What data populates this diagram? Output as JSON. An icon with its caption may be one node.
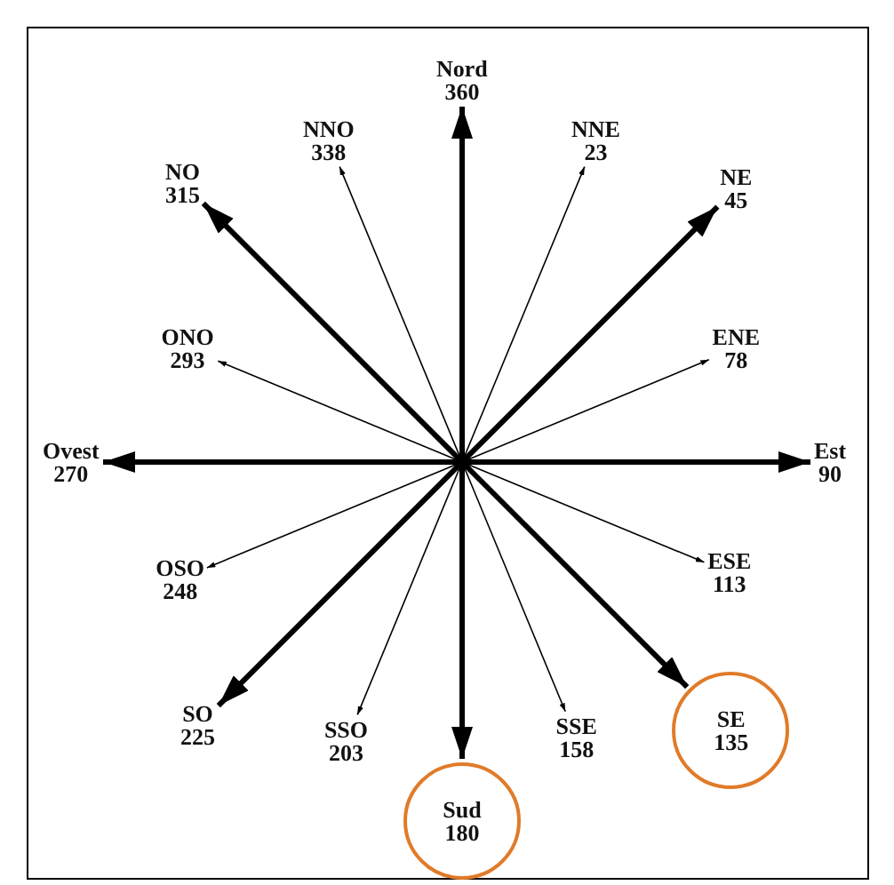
{
  "diagram": {
    "nodes": [
      {
        "text": [
          "Nord 360"
        ]
      },
      {
        "text": [
          "NNO 338"
        ]
      },
      {
        "text": [
          "NNE 23"
        ]
      },
      {
        "text": [
          "NO 315"
        ]
      },
      {
        "text": [
          "NE 45"
        ]
      },
      {
        "text": [
          "ONO 293"
        ]
      },
      {
        "text": [
          "ENE 78"
        ]
      },
      {
        "text": [
          "Ovest 270"
        ]
      },
      {
        "text": [
          "Est 90"
        ]
      },
      {
        "text": [
          "OSO 248"
        ]
      },
      {
        "text": [
          "ESE 113"
        ]
      },
      {
        "text": [
          "SO 225"
        ]
      },
      {
        "text": [
          "SSO 203"
        ]
      },
      {
        "text": [
          "SSE 158"
        ]
      },
      {
        "text": [
          "SE 135"
        ]
      },
      {
        "text": [
          "Sud 180"
        ]
      }
    ],
    "edges": [
      {
        "from": null,
        "to": 0,
        "arrow": "to",
        "style": "thick"
      },
      {
        "from": null,
        "to": 1,
        "arrow": "to"
      },
      {
        "from": null,
        "to": 2,
        "arrow": "to"
      },
      {
        "from": null,
        "to": 3,
        "arrow": "to",
        "style": "thick"
      },
      {
        "from": null,
        "to": 4,
        "arrow": "to",
        "style": "thick"
      },
      {
        "from": null,
        "to": 5,
        "arrow": "to"
      },
      {
        "from": null,
        "to": 6,
        "arrow": "to"
      },
      {
        "from": null,
        "to": 7,
        "arrow": "to",
        "style": "thick"
      },
      {
        "from": null,
        "to": 8,
        "arrow": "to",
        "style": "thick"
      },
      {
        "from": null,
        "to": 9,
        "arrow": "to"
      },
      {
        "from": null,
        "to": 10,
        "arrow": "to"
      },
      {
        "from": null,
        "to": 11,
        "arrow": "to",
        "style": "thick"
      },
      {
        "from": null,
        "to": 12,
        "arrow": "to"
      },
      {
        "from": null,
        "to": 13,
        "arrow": "to"
      },
      {
        "from": null,
        "to": 14,
        "arrow": "to",
        "style": "thick"
      },
      {
        "from": null,
        "to": 15,
        "arrow": "to",
        "style": "thick"
      }
    ]
  }
}
